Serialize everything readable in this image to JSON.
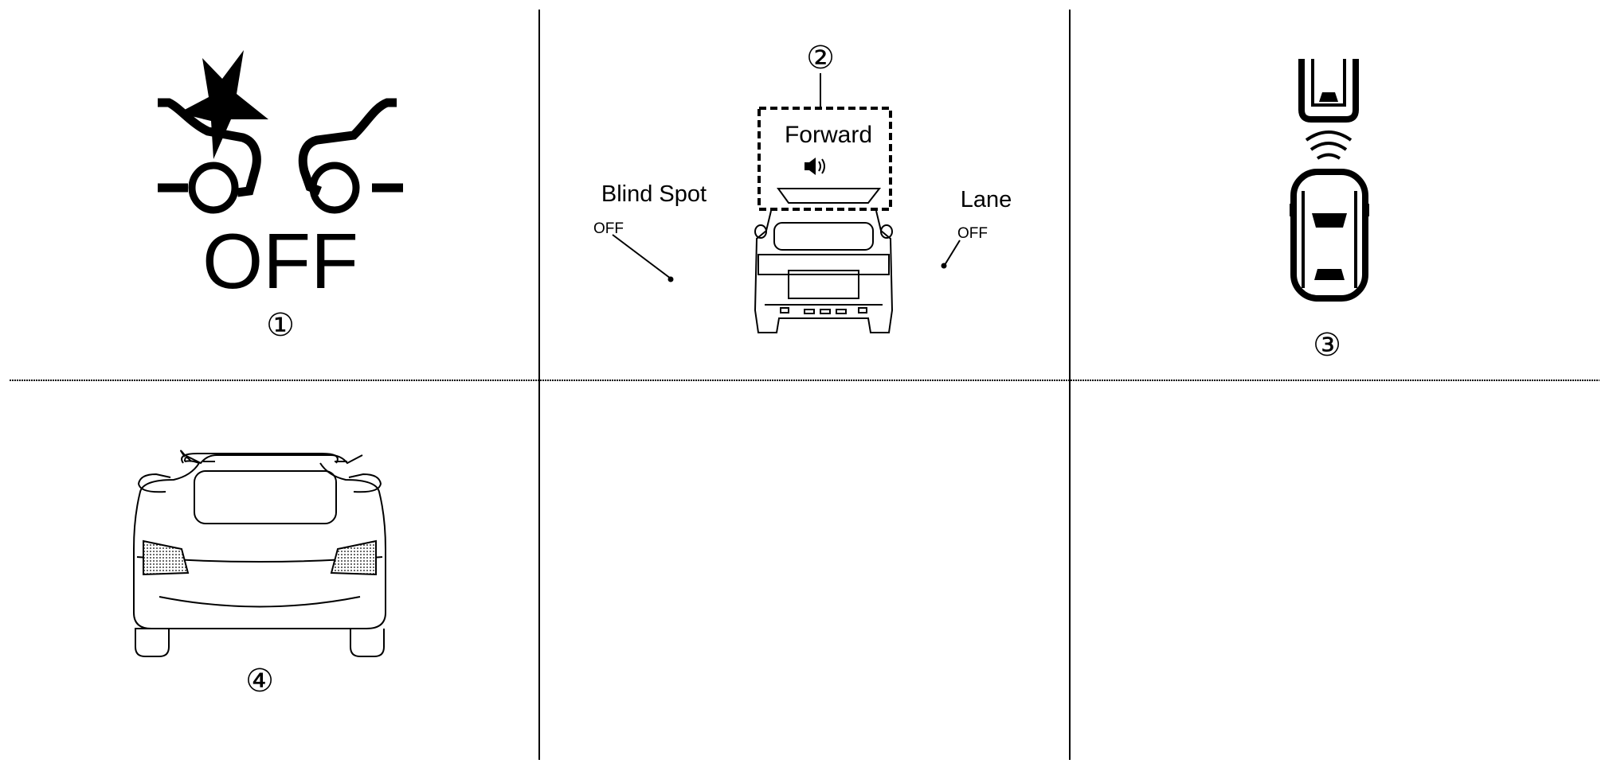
{
  "colors": {
    "ink": "#000000",
    "background": "#ffffff"
  },
  "panel1": {
    "warning_text": "OFF",
    "callout": "①",
    "icon": "collision-warning-off-icon"
  },
  "panel2": {
    "callout": "②",
    "forward_label": "Forward",
    "blind_spot_label": "Blind Spot",
    "blind_spot_status": "OFF",
    "lane_label": "Lane",
    "lane_status": "OFF",
    "icons": [
      "speaker-icon",
      "vehicle-rear-view-icon"
    ]
  },
  "panel3": {
    "callout": "③",
    "icon": "vehicle-proximity-top-view-icon"
  },
  "panel4": {
    "callout": "④",
    "icon": "sedan-rear-view-icon"
  }
}
